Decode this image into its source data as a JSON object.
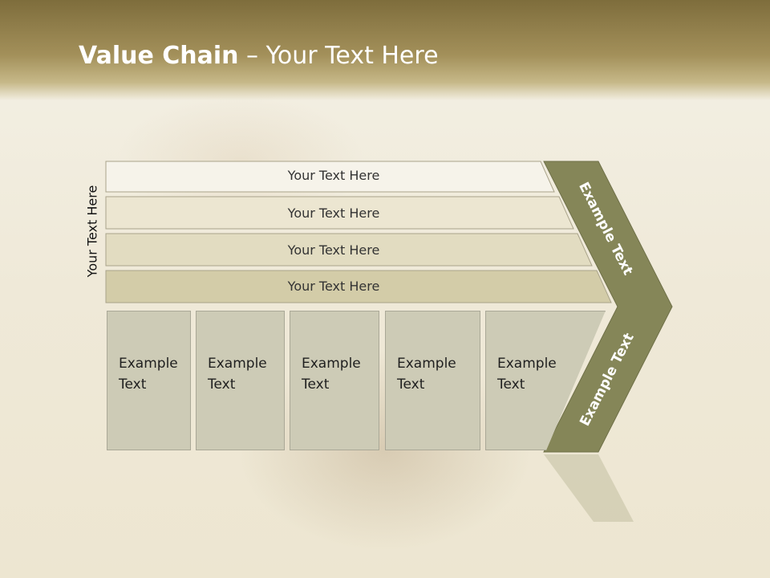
{
  "slide": {
    "title_bold": "Value Chain",
    "title_rest": " – Your Text Here",
    "side_label": "Your Text Here"
  },
  "rows": [
    {
      "label": "Your Text Here"
    },
    {
      "label": "Your Text Here"
    },
    {
      "label": "Your Text Here"
    },
    {
      "label": "Your Text Here"
    }
  ],
  "boxes": [
    {
      "line1": "Example",
      "line2": "Text"
    },
    {
      "line1": "Example",
      "line2": "Text"
    },
    {
      "line1": "Example",
      "line2": "Text"
    },
    {
      "line1": "Example",
      "line2": "Text"
    },
    {
      "line1": "Example",
      "line2": "Text"
    }
  ],
  "chevron": {
    "top_label": "Example Text",
    "bottom_label": "Example Text",
    "color": "#858658"
  },
  "colors": {
    "row_fills": [
      "#f6f3ea",
      "#ece6d1",
      "#e2dcc1",
      "#d3cca8"
    ],
    "box_fill": "#cdcbb6",
    "header": "#8c7a45"
  }
}
